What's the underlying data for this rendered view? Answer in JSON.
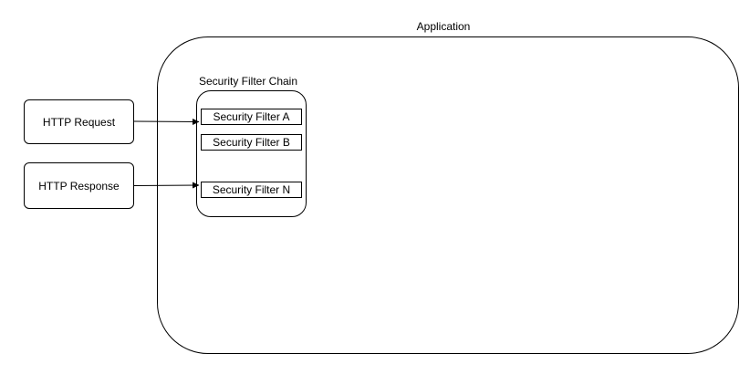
{
  "application": {
    "label": "Application"
  },
  "filter_chain": {
    "label": "Security Filter Chain",
    "filters": [
      "Security Filter A",
      "Security Filter B",
      "Security Filter N"
    ]
  },
  "inputs": {
    "request_label": "HTTP Request",
    "response_label": "HTTP Response"
  }
}
